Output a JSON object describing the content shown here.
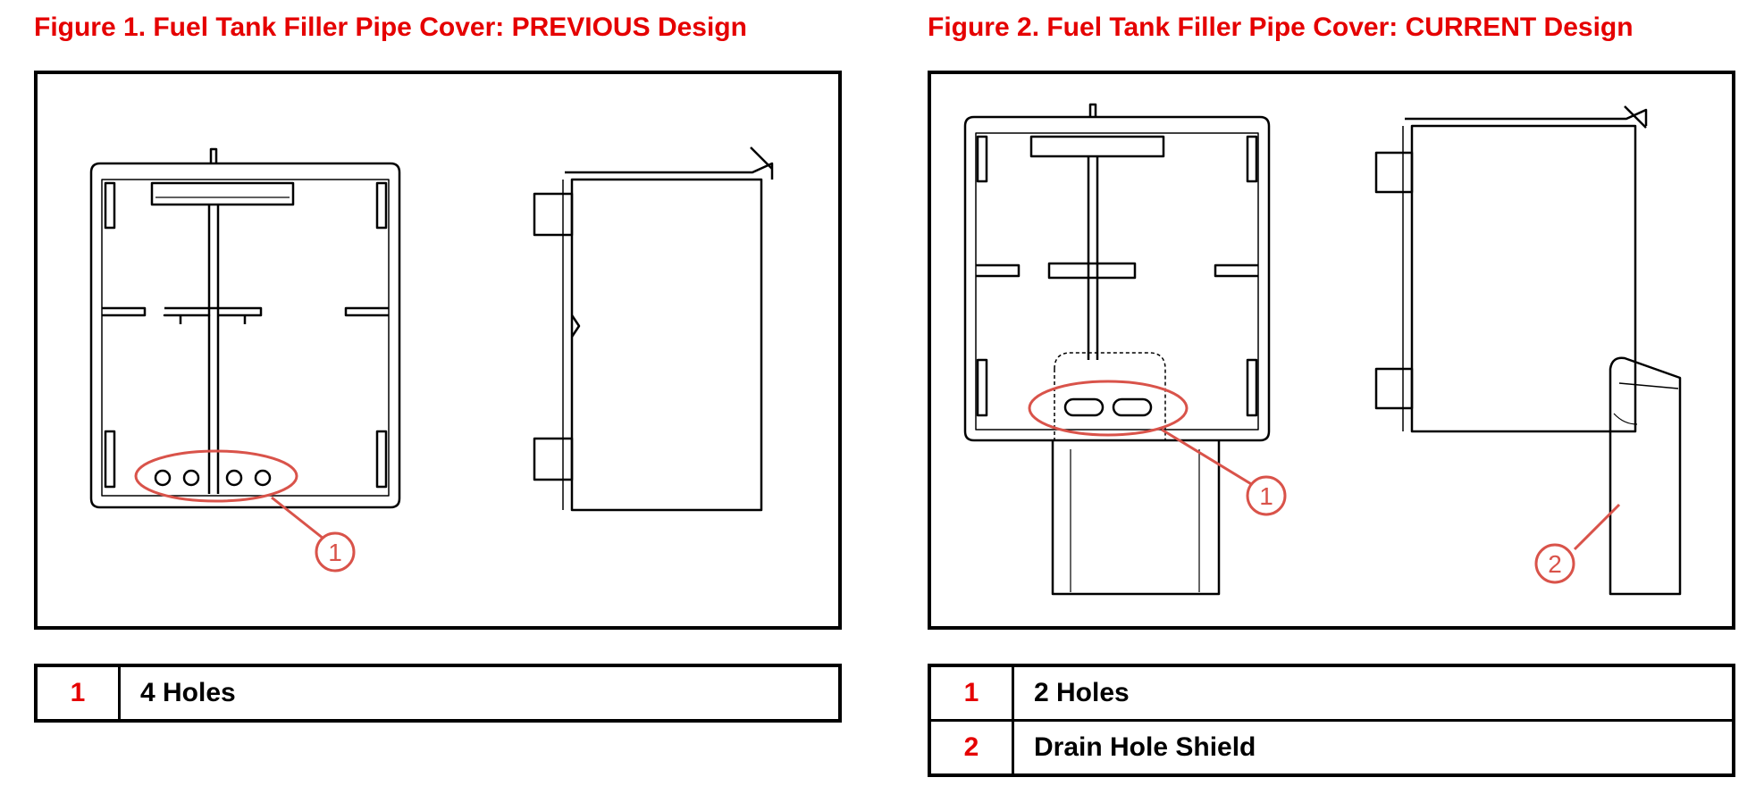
{
  "figure1": {
    "title": "Figure 1. Fuel Tank Filler Pipe Cover: PREVIOUS Design",
    "callouts": [
      "1"
    ],
    "legend": [
      {
        "num": "1",
        "text": "4 Holes"
      }
    ]
  },
  "figure2": {
    "title": "Figure 2. Fuel Tank Filler Pipe Cover: CURRENT Design",
    "callouts": [
      "1",
      "2"
    ],
    "legend": [
      {
        "num": "1",
        "text": "2 Holes"
      },
      {
        "num": "2",
        "text": "Drain Hole Shield"
      }
    ]
  },
  "colors": {
    "title": "#e50000",
    "callout": "#d9534a",
    "line": "#000000"
  }
}
